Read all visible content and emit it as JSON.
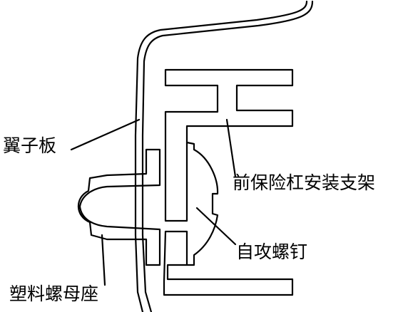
{
  "labels": {
    "fender": "翼子板",
    "bumper_bracket": "前保险杠安装支架",
    "self_tapping_screw": "自攻螺钉",
    "plastic_nut_seat": "塑料螺母座"
  },
  "colors": {
    "stroke": "#000000",
    "background": "#ffffff"
  }
}
